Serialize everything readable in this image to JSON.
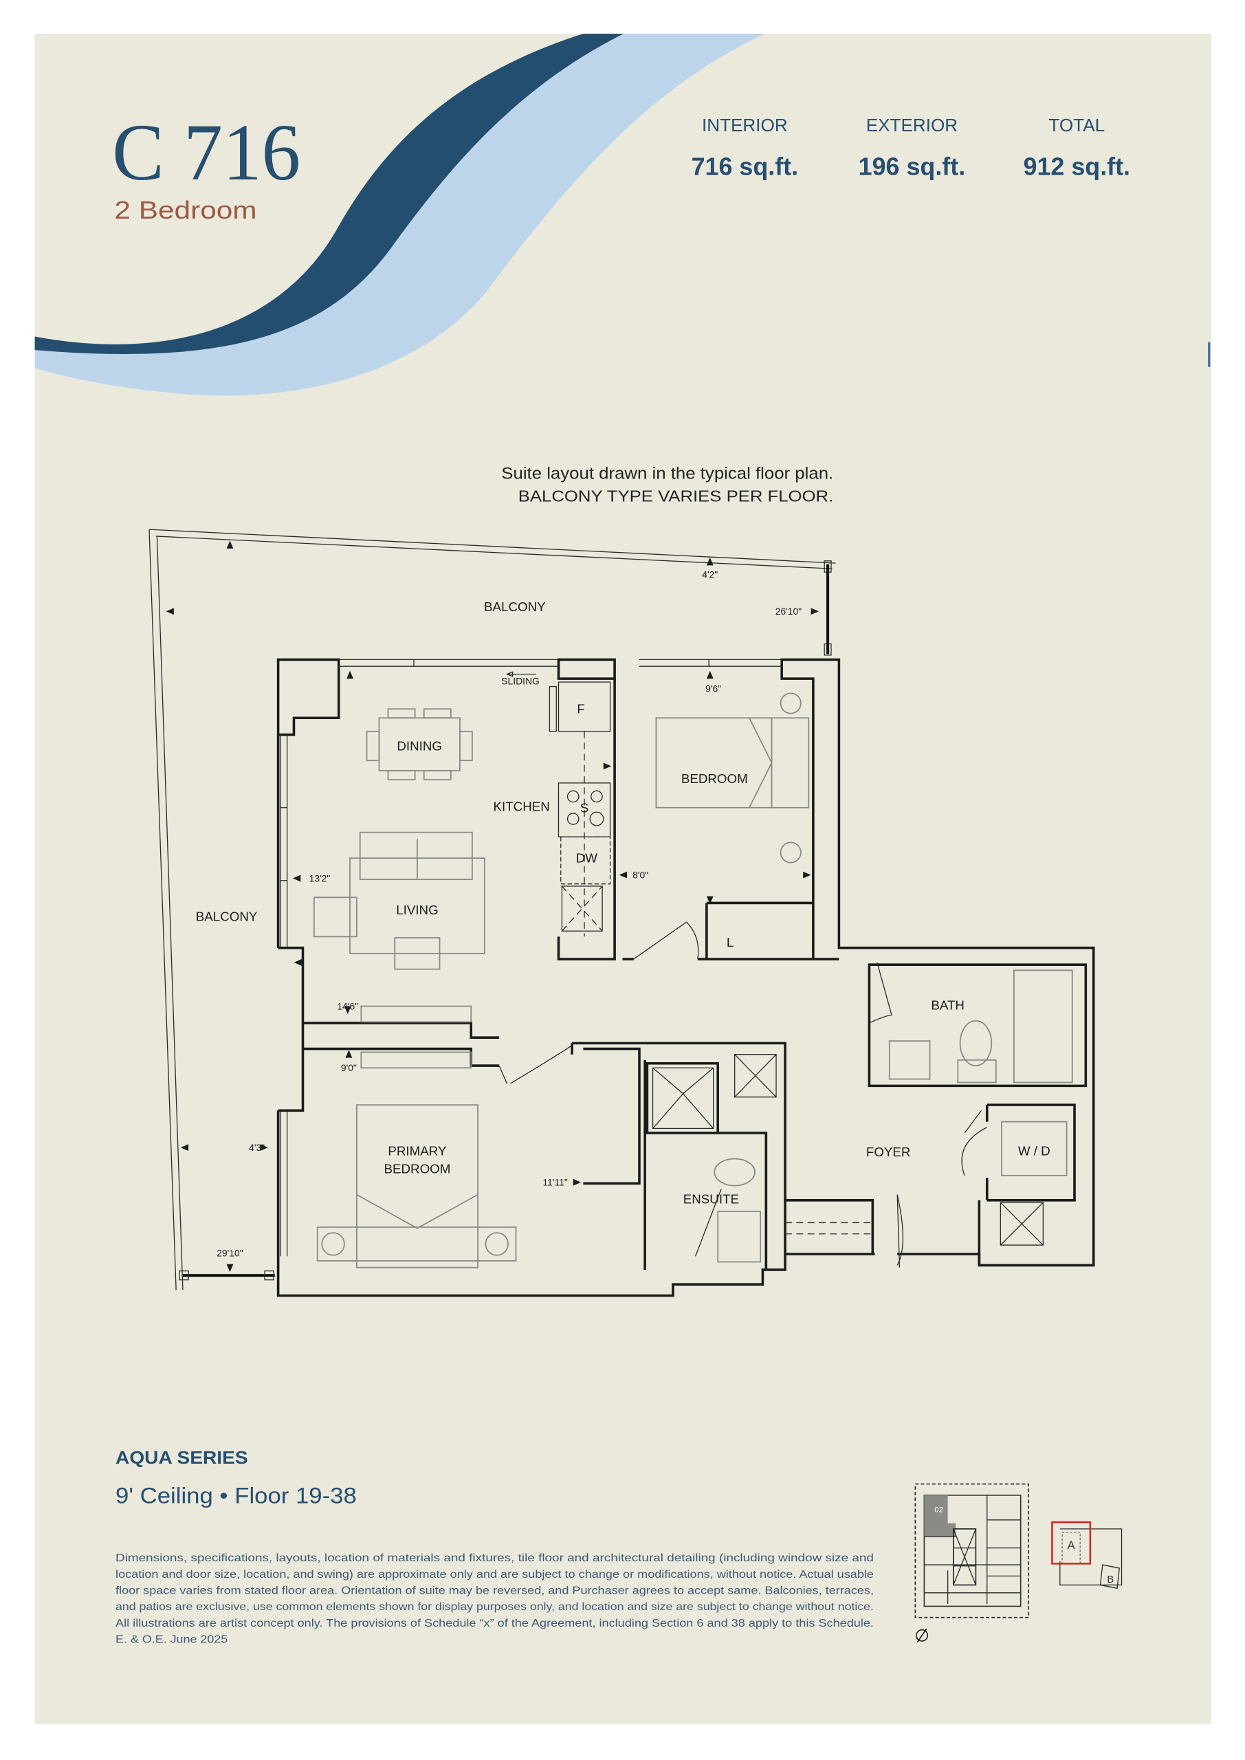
{
  "suite": {
    "name": "C 716",
    "type": "2 Bedroom"
  },
  "areas": [
    {
      "label": "INTERIOR",
      "value": "716 sq.ft."
    },
    {
      "label": "EXTERIOR",
      "value": "196 sq.ft."
    },
    {
      "label": "TOTAL",
      "value": "912 sq.ft."
    }
  ],
  "notes": [
    "Suite layout drawn in the typical floor plan.",
    "BALCONY TYPE VARIES PER FLOOR."
  ],
  "rooms": {
    "balcony_top": "BALCONY",
    "balcony_left": "BALCONY",
    "dining": "DINING",
    "kitchen": "KITCHEN",
    "bedroom": "BEDROOM",
    "living": "LIVING",
    "bath": "BATH",
    "primary_1": "PRIMARY",
    "primary_2": "BEDROOM",
    "foyer": "FOYER",
    "wd": "W / D",
    "ensuite": "ENSUITE",
    "fridge": "F",
    "stove": "S",
    "dishwasher": "DW",
    "linen": "L",
    "sliding": "SLIDING"
  },
  "dimensions": {
    "d1": "4'2\"",
    "d2": "26'10\"",
    "d3": "9'6\"",
    "d4": "13'2\"",
    "d5": "8'0\"",
    "d6": "14'6\"",
    "d7": "9'0\"",
    "d8": "4'3\"",
    "d9": "11'11\"",
    "d10": "29'10\""
  },
  "series": "AQUA SERIES",
  "ceiling_floor": "9' Ceiling • Floor 19-38",
  "disclaimer": [
    "Dimensions, specifications, layouts, location of materials and fixtures, tile floor and architectural detailing (including window size and",
    "location and door size, location, and swing) are approximate only and are subject to change or modifications, without notice. Actual usable",
    "floor space varies from stated floor area. Orientation of suite may be reversed, and Purchaser agrees to accept same. Balconies, terraces,",
    "and patios are exclusive, use common elements shown for display purposes only, and location and size are subject to change without notice.",
    "All illustrations are artist concept only. The provisions of Schedule “x” of the Agreement, including Section 6 and 38 apply to this Schedule.",
    "E. & O.E. June 2025"
  ],
  "keyplan": {
    "suite_number": "02",
    "tower_a": "A",
    "tower_b": "B"
  },
  "colors": {
    "background": "#ebe9dc",
    "navy": "#264f70",
    "light_blue": "#bdd5eb",
    "accent_brown": "#9b5b45",
    "highlight_red": "#d92020"
  }
}
